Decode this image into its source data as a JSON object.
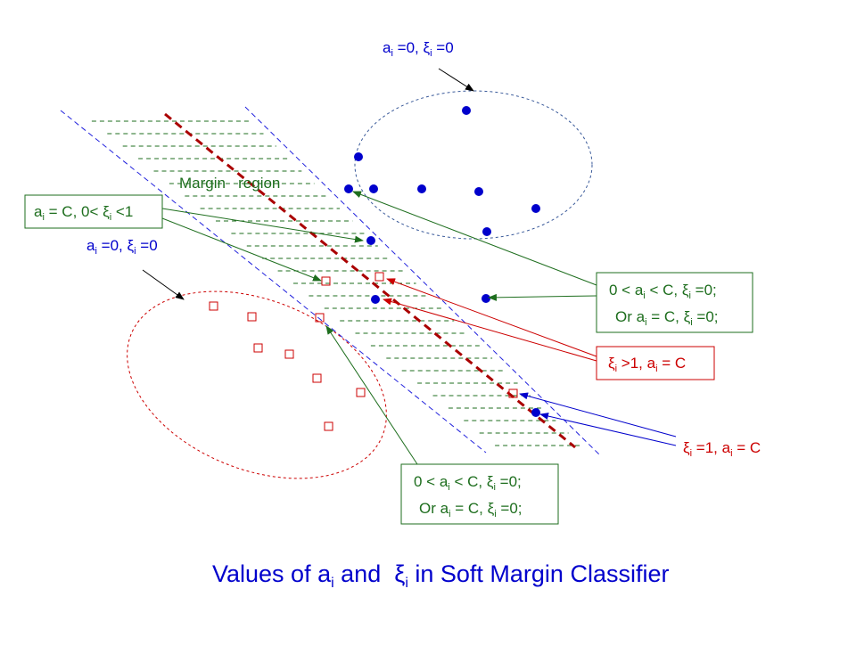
{
  "colors": {
    "blue": "#0000cc",
    "red": "#cc0000",
    "green": "#1e6e1e",
    "darkred": "#aa0000",
    "hatch": "#1e6e1e",
    "blue_dash": "#2222dd",
    "blue_ellipse": "#3a5a9a"
  },
  "title": {
    "part1": "Values of a",
    "sub1": "i",
    "part2": " and  ξ",
    "sub2": "i",
    "part3": " in Soft Margin Classifier"
  },
  "labels": {
    "margin_region": "Margin   region",
    "top_cluster": {
      "a": "a",
      "a_sub": "i",
      "a_val": " =0, ξ",
      "xi_sub": "i",
      "xi_val": " =0"
    },
    "left_cluster": {
      "a": "a",
      "a_sub": "i",
      "a_val": " =0, ξ",
      "xi_sub": "i",
      "xi_val": " =0"
    },
    "box_left": {
      "p1": "a",
      "s1": "i",
      "p2": " = C, 0< ξ",
      "s2": "i",
      "p3": " <1"
    },
    "box_right": {
      "line1": {
        "p1": "0 < a",
        "s1": "i",
        "p2": " < C, ξ",
        "s2": "i",
        "p3": " =0;"
      },
      "line2": {
        "p1": "Or a",
        "s1": "i",
        "p2": " = C, ξ",
        "s2": "i",
        "p3": " =0;"
      }
    },
    "box_bottom": {
      "line1": {
        "p1": "0 < a",
        "s1": "i",
        "p2": " < C, ξ",
        "s2": "i",
        "p3": " =0;"
      },
      "line2": {
        "p1": "Or a",
        "s1": "i",
        "p2": " = C, ξ",
        "s2": "i",
        "p3": " =0;"
      }
    },
    "box_red": {
      "p1": "ξ",
      "s1": "i",
      "p2": " >1, a",
      "s2": "i",
      "p3": " = C"
    },
    "red_label": {
      "p1": "ξ",
      "s1": "i",
      "p2": " =1, a",
      "s2": "i",
      "p3": " = C"
    }
  }
}
